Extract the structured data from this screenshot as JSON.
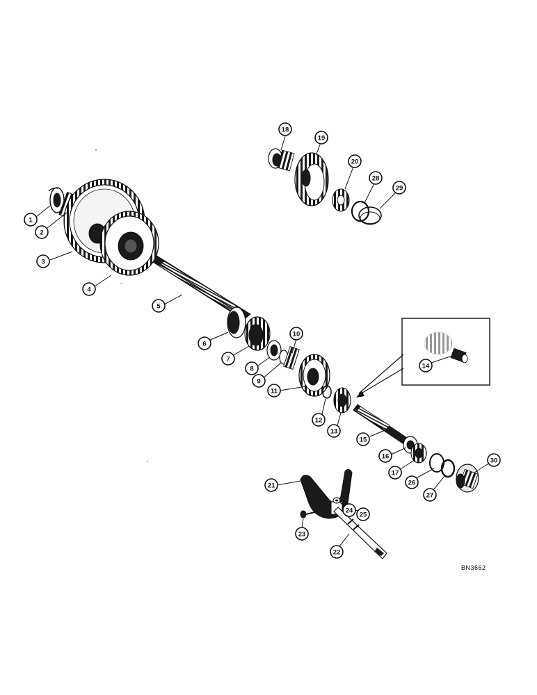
{
  "drawing_code": "BN3662",
  "callouts": [
    "1",
    "2",
    "3",
    "4",
    "5",
    "6",
    "7",
    "8",
    "9",
    "10",
    "11",
    "12",
    "13",
    "14",
    "15",
    "16",
    "17",
    "18",
    "19",
    "20",
    "21",
    "22",
    "23",
    "24",
    "25",
    "26",
    "27",
    "28",
    "29",
    "30"
  ]
}
